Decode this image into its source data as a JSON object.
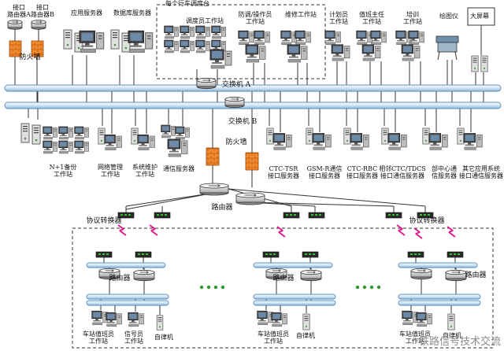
{
  "top_labels": {
    "router_a": "接口\n路由器A",
    "router_b": "接口\n路由器B",
    "app_server": "应用服务器",
    "db_server": "数据库服务器",
    "per_desk": "每个行车调度台",
    "dispatcher": "调度员工作站",
    "defense_operator": "防调/操作员\n工作站",
    "maintenance": "维修工作站",
    "planner": "计划员\n工作站",
    "shift_director": "值班主任\n工作站",
    "training": "培训\n工作站",
    "plotter": "绘图仪",
    "big_screen": "大屏幕",
    "firewall_top": "防火墙"
  },
  "switch_labels": {
    "switch_a": "交换机 A",
    "switch_b": "交换机 B"
  },
  "middle_labels": {
    "backup": "N+1备份\n工作站",
    "net_mgmt": "网络管理\n工作站",
    "sys_maint": "系统维护\n工作站",
    "comm_server": "通信服务器",
    "firewall_mid": "防火墙",
    "ctc_tsr": "CTC-TSR\n接口服务器",
    "gsmr": "GSM-R通信\n接口服务器",
    "ctc_rbc": "CTC-RBC\n接口服务器",
    "adjacent": "相邻CTC/TDCS\n接口通信服务器",
    "bureau": "部中心通\n信服务器",
    "other_app": "其它应用系统\n接口通信服务器"
  },
  "lower_labels": {
    "router_center": "路由器",
    "protocol_left": "协议转换器",
    "protocol_right": "协议转换器",
    "router_s1": "路由器",
    "router_s2": "路由器",
    "router_s3": "路由器",
    "station_duty_1": "车站值班员\n工作站",
    "signal_1": "信号员\n工作站",
    "autolock_1": "自律机",
    "station_duty_2": "车站值班员\n工作站",
    "autolock_2": "自律机",
    "station_duty_3": "车站值班员\n工作站",
    "autolock_3": "自律机"
  },
  "watermark": "铁路信号技术交流",
  "colors": {
    "bus_blue": "#cfe3f3",
    "bus_edge": "#5b8fbf",
    "firewall": "#f08a2c",
    "line": "#333333",
    "lightning": "#e0188c",
    "green_dot": "#2e9a2e",
    "converter_led": "#38c038"
  }
}
